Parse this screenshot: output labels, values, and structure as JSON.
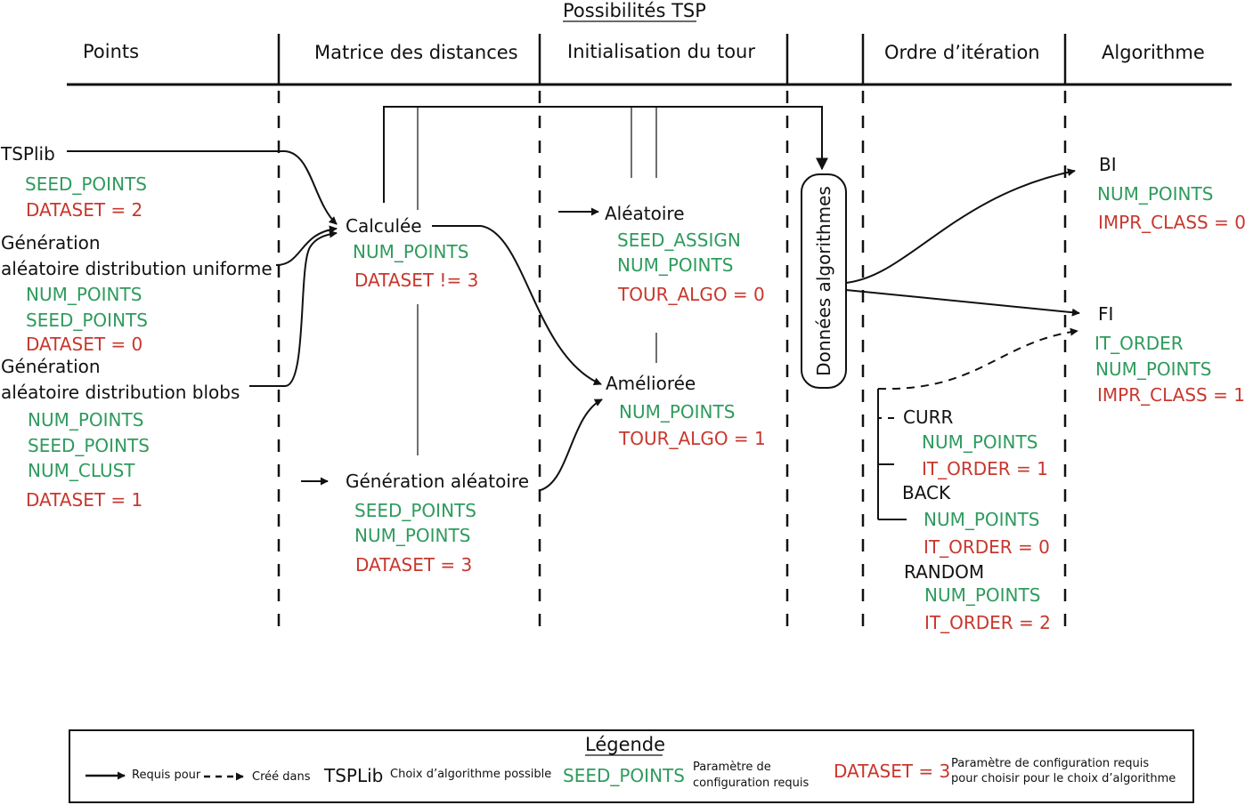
{
  "title": "Possibilités TSP",
  "columns": {
    "points": "Points",
    "matrix": "Matrice des distances",
    "init": "Initialisation du tour",
    "order": "Ordre d’itération",
    "algo": "Algorithme"
  },
  "points": {
    "tsplib": {
      "label": "TSPlib",
      "p1": "SEED_POINTS",
      "p2": "DATASET = 2"
    },
    "uniform": {
      "label1": "Génération",
      "label2": "aléatoire distribution uniforme",
      "p1": "NUM_POINTS",
      "p2": "SEED_POINTS",
      "p3": "DATASET = 0"
    },
    "blobs": {
      "label1": "Génération",
      "label2": "aléatoire distribution blobs",
      "p1": "NUM_POINTS",
      "p2": "SEED_POINTS",
      "p3": "NUM_CLUST",
      "p4": "DATASET = 1"
    }
  },
  "matrix": {
    "computed": {
      "label": "Calculée",
      "p1": "NUM_POINTS",
      "p2": "DATASET != 3"
    },
    "random": {
      "label": "Génération aléatoire",
      "p1": "SEED_POINTS",
      "p2": "NUM_POINTS",
      "p3": "DATASET = 3"
    }
  },
  "init": {
    "random": {
      "label": "Aléatoire",
      "p1": "SEED_ASSIGN",
      "p2": "NUM_POINTS",
      "p3": "TOUR_ALGO = 0"
    },
    "improved": {
      "label": "Améliorée",
      "p1": "NUM_POINTS",
      "p2": "TOUR_ALGO = 1"
    }
  },
  "data_box": "Données algorithmes",
  "order": {
    "curr": {
      "label": "CURR",
      "p1": "NUM_POINTS",
      "p2": "IT_ORDER = 1"
    },
    "back": {
      "label": "BACK",
      "p1": "NUM_POINTS",
      "p2": "IT_ORDER = 0"
    },
    "random": {
      "label": "RANDOM",
      "p1": "NUM_POINTS",
      "p2": "IT_ORDER = 2"
    }
  },
  "algo": {
    "bi": {
      "label": "BI",
      "p1": "NUM_POINTS",
      "p2": "IMPR_CLASS = 0"
    },
    "fi": {
      "label": "FI",
      "p1": "IT_ORDER",
      "p2": "NUM_POINTS",
      "p3": "IMPR_CLASS = 1"
    }
  },
  "legend": {
    "title": "Légende",
    "required_for": "Requis pour",
    "created_in": "Créé dans",
    "choice_example": "TSPLib",
    "choice_desc": "Choix d’algorithme possible",
    "param_example": "SEED_POINTS",
    "param_desc_1": "Paramètre de",
    "param_desc_2": "configuration requis",
    "choice_param_example": "DATASET = 3",
    "choice_param_desc_1": "Paramètre de configuration requis",
    "choice_param_desc_2": "pour choisir pour le choix d’algorithme"
  },
  "colors": {
    "param": "#2e9b5d",
    "choice_param": "#c8372d",
    "text": "#111111"
  }
}
